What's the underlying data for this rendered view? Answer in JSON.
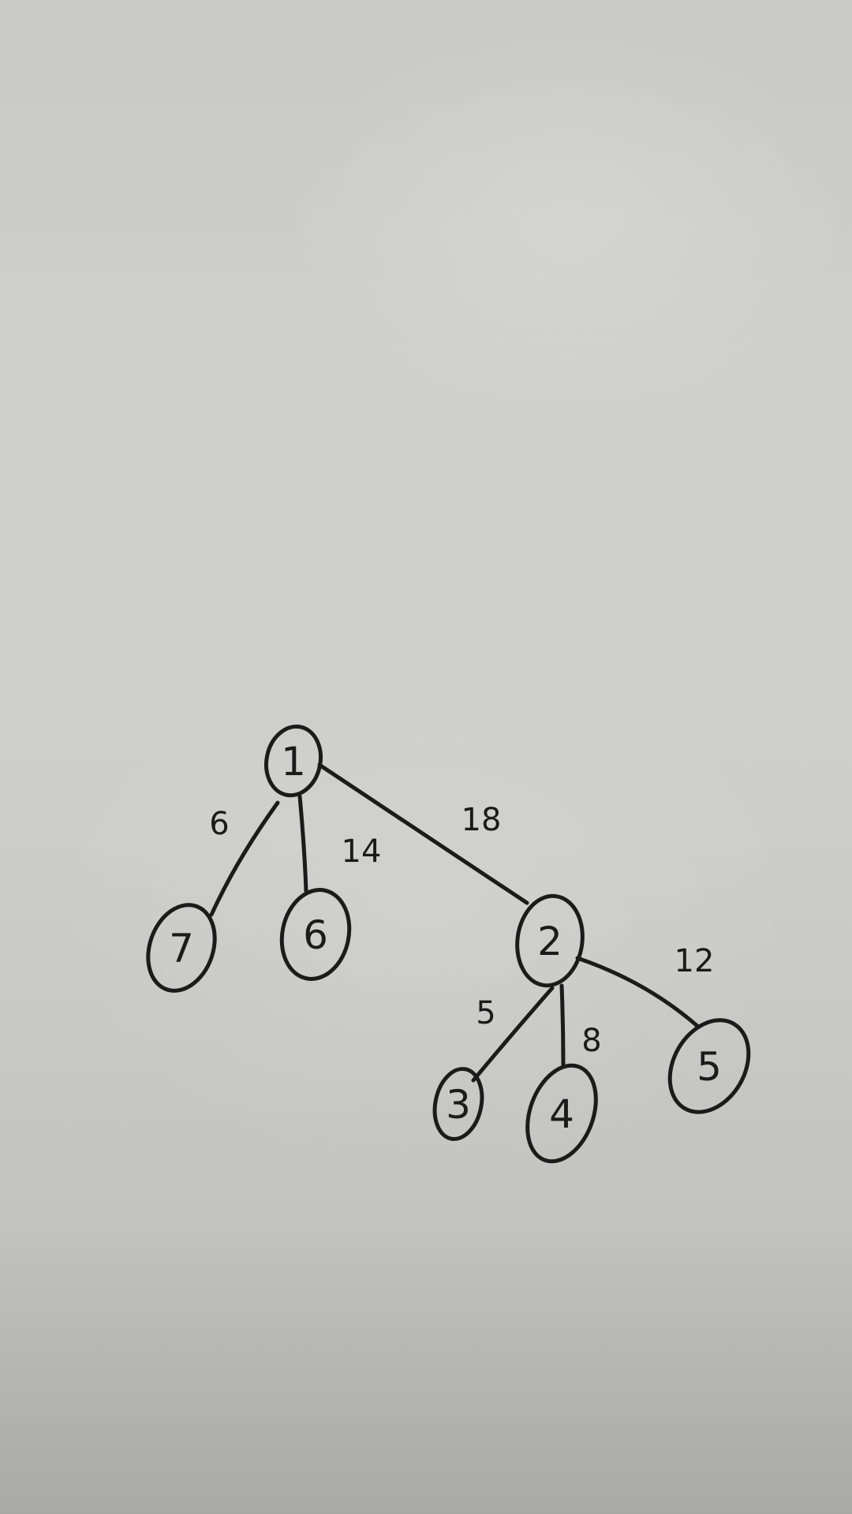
{
  "nodes": [
    {
      "id": "1",
      "label": "1"
    },
    {
      "id": "7",
      "label": "7"
    },
    {
      "id": "6",
      "label": "6"
    },
    {
      "id": "2",
      "label": "2"
    },
    {
      "id": "3",
      "label": "3"
    },
    {
      "id": "4",
      "label": "4"
    },
    {
      "id": "5",
      "label": "5"
    }
  ],
  "edges": [
    {
      "from": "1",
      "to": "7",
      "weight": "6"
    },
    {
      "from": "1",
      "to": "6",
      "weight": "14"
    },
    {
      "from": "1",
      "to": "2",
      "weight": "18"
    },
    {
      "from": "2",
      "to": "3",
      "weight": "5"
    },
    {
      "from": "2",
      "to": "4",
      "weight": "8"
    },
    {
      "from": "2",
      "to": "5",
      "weight": "12"
    }
  ]
}
